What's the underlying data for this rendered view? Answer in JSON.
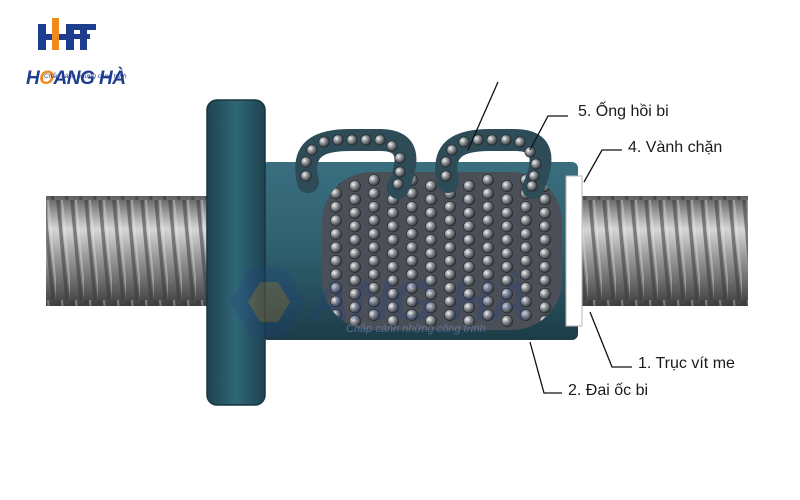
{
  "logo": {
    "word_pre": "H",
    "word_o": "O",
    "word_post": "ANG HÀ",
    "tagline": "Chắp cánh những công trình"
  },
  "watermark": {
    "tagline": "Chắp cánh những công trình"
  },
  "labels": {
    "return_tube": "5. Ống hồi bi",
    "deflector": "4. Vành chặn",
    "screw_shaft": "1. Trục vít me",
    "ball_nut": "2. Đai ốc bi"
  },
  "colors": {
    "nut_body": "#2f5f6e",
    "shaft": "#8c8c8c",
    "brand_blue": "#1f3d8f",
    "brand_orange": "#f08a1c"
  }
}
